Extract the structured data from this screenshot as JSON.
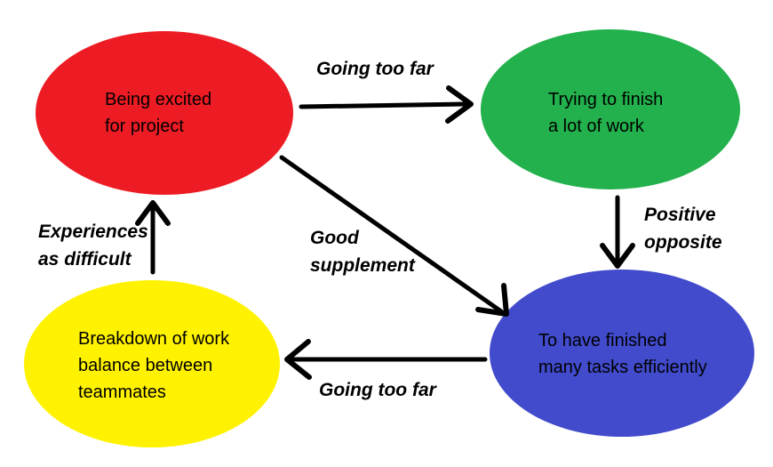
{
  "diagram": {
    "background_color": "#ffffff",
    "arrow_color": "#000000",
    "text_color": "#000000",
    "nodes": [
      {
        "id": "being-excited",
        "label": "Being excited\nfor project",
        "color": "#ED1C24"
      },
      {
        "id": "trying-to-finish",
        "label": "Trying to finish\na lot of work",
        "color": "#22B14C"
      },
      {
        "id": "finished-tasks",
        "label": "To have finished\nmany tasks efficiently",
        "color": "#414BCC"
      },
      {
        "id": "breakdown-balance",
        "label": "Breakdown of work\nbalance between\nteammates",
        "color": "#FFF200"
      }
    ],
    "edges": [
      {
        "id": "excited-to-trying",
        "from": "being-excited",
        "to": "trying-to-finish",
        "label": "Going too far"
      },
      {
        "id": "trying-to-finished",
        "from": "trying-to-finish",
        "to": "finished-tasks",
        "label": "Positive\nopposite"
      },
      {
        "id": "excited-to-finished",
        "from": "being-excited",
        "to": "finished-tasks",
        "label": "Good\nsupplement"
      },
      {
        "id": "finished-to-breakdown",
        "from": "finished-tasks",
        "to": "breakdown-balance",
        "label": "Going too far"
      },
      {
        "id": "breakdown-to-excited",
        "from": "breakdown-balance",
        "to": "being-excited",
        "label": "Experiences\nas difficult"
      }
    ]
  }
}
